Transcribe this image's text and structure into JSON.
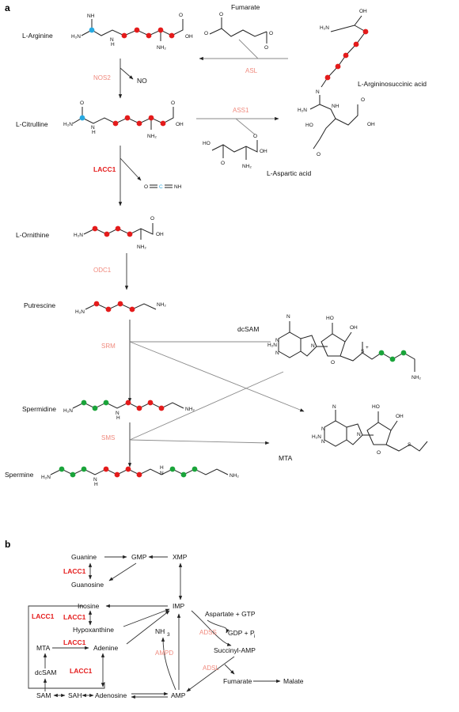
{
  "panel_a": {
    "label": "a",
    "molecules": {
      "arginine": "L-Arginine",
      "citrulline": "L-Citrulline",
      "ornithine": "L-Ornithine",
      "putrescine": "Putrescine",
      "spermidine": "Spermidine",
      "spermine": "Spermine",
      "fumarate": "Fumarate",
      "argininosuccinic": "L-Argininosuccinic acid",
      "aspartic": "L-Aspartic acid",
      "dcsam": "dcSAM",
      "mta": "MTA",
      "no": "NO"
    },
    "enzymes": {
      "nos2": "NOS2",
      "asl": "ASL",
      "ass1": "ASS1",
      "lacc1": "LACC1",
      "odc1": "ODC1",
      "srm": "SRM",
      "sms": "SMS"
    },
    "colors": {
      "red_atom": "#e41b1b",
      "green_atom": "#1aa43a",
      "blue_atom": "#27a9e1",
      "enzyme": "#f08a7e"
    }
  },
  "panel_b": {
    "label": "b",
    "nodes": {
      "guanine": "Guanine",
      "gmp": "GMP",
      "xmp": "XMP",
      "guanosine": "Guanosine",
      "inosine": "Inosine",
      "imp": "IMP",
      "hypoxanthine": "Hypoxanthine",
      "aspartate_gtp": "Aspartate + GTP",
      "gdp_pi": "GDP + P",
      "nh3": "NH",
      "mta": "MTA",
      "adenine": "Adenine",
      "succinyl_amp": "Succinyl-AMP",
      "dcsam": "dcSAM",
      "fumarate": "Fumarate",
      "malate": "Malate",
      "sam": "SAM",
      "sah": "SAH",
      "adenosine": "Adenosine",
      "amp": "AMP"
    },
    "enzymes": {
      "lacc1_1": "LACC1",
      "lacc1_2": "LACC1",
      "lacc1_3": "LACC1",
      "lacc1_4": "LACC1",
      "lacc1_5": "LACC1",
      "adss": "ADSS",
      "ampd": "AMPD",
      "adsl": "ADSL"
    }
  }
}
